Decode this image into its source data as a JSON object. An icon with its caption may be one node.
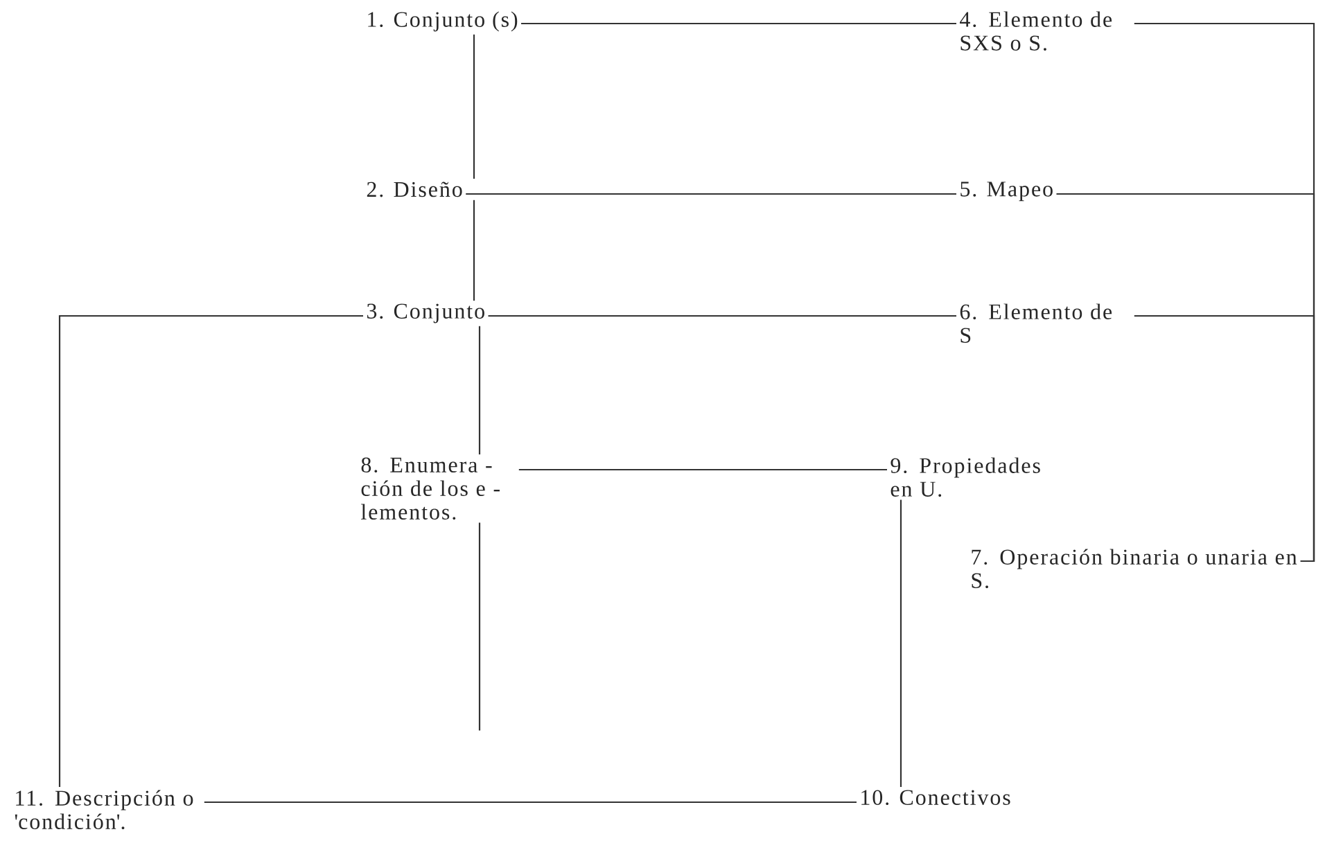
{
  "diagram": {
    "nodes": [
      {
        "text": [
          "1. Conjunto (s)"
        ]
      },
      {
        "text": [
          "2. Diseño"
        ]
      },
      {
        "text": [
          "3. Conjunto"
        ]
      },
      {
        "text": [
          "4. Elemento de SXS o S."
        ]
      },
      {
        "text": [
          "5. Mapeo"
        ]
      },
      {
        "text": [
          "6. Elemento de S"
        ]
      },
      {
        "text": [
          "7. Operación binaria o unaria en S."
        ]
      },
      {
        "text": [
          "8. Enumera - ción de los e - lementos."
        ]
      },
      {
        "text": [
          "9. Propiedades en U."
        ]
      },
      {
        "text": [
          "10. Conectivos"
        ]
      },
      {
        "text": [
          "11. Descripción o 'condición'."
        ]
      }
    ],
    "edges": [
      {
        "from": 0,
        "to": 3,
        "arrow": "none"
      },
      {
        "from": 0,
        "to": 1,
        "arrow": "none"
      },
      {
        "from": 1,
        "to": 4,
        "arrow": "none"
      },
      {
        "from": 1,
        "to": 2,
        "arrow": "none"
      },
      {
        "from": 2,
        "to": 5,
        "arrow": "none"
      },
      {
        "from": 2,
        "to": 10,
        "arrow": "none"
      },
      {
        "from": 2,
        "to": 7,
        "arrow": "none"
      },
      {
        "from": 7,
        "to": 8,
        "arrow": "none"
      },
      {
        "from": 8,
        "to": 9,
        "arrow": "none"
      },
      {
        "from": 9,
        "to": 10,
        "arrow": "none"
      },
      {
        "from": 3,
        "to": 6,
        "arrow": "none"
      },
      {
        "from": 4,
        "to": 6,
        "arrow": "none"
      },
      {
        "from": 5,
        "to": 6,
        "arrow": "none"
      },
      {
        "from": 7,
        "to": null,
        "arrow": "none"
      }
    ]
  }
}
